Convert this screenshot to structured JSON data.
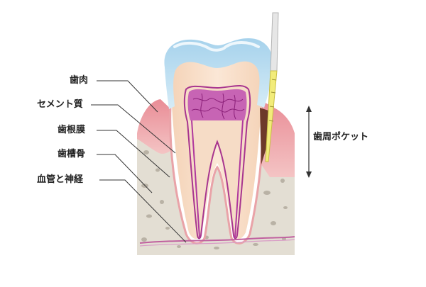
{
  "labels": {
    "gum": "歯肉",
    "cementum": "セメント質",
    "periodontal_ligament": "歯根膜",
    "alveolar_bone": "歯槽骨",
    "vessels_nerves": "血管と神経",
    "periodontal_pocket": "歯周ポケット"
  },
  "colors": {
    "enamel": "#b9dcef",
    "dentin": "#f6dcc6",
    "pulp": "#b0389e",
    "gum": "#f1b4b4",
    "bone": "#e2ddd2",
    "probe": "#f2ec7a",
    "leader_line": "#333333"
  }
}
